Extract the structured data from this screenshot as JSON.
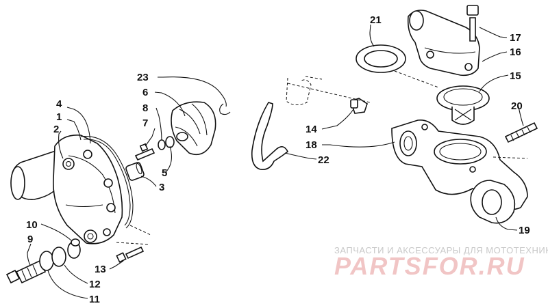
{
  "callouts": [
    {
      "id": "1",
      "label": "1"
    },
    {
      "id": "2",
      "label": "2"
    },
    {
      "id": "3",
      "label": "3"
    },
    {
      "id": "4",
      "label": "4"
    },
    {
      "id": "5",
      "label": "5"
    },
    {
      "id": "6",
      "label": "6"
    },
    {
      "id": "7",
      "label": "7"
    },
    {
      "id": "8",
      "label": "8"
    },
    {
      "id": "9",
      "label": "9"
    },
    {
      "id": "10",
      "label": "10"
    },
    {
      "id": "11",
      "label": "11"
    },
    {
      "id": "12",
      "label": "12"
    },
    {
      "id": "13",
      "label": "13"
    },
    {
      "id": "14",
      "label": "14"
    },
    {
      "id": "15",
      "label": "15"
    },
    {
      "id": "16",
      "label": "16"
    },
    {
      "id": "17",
      "label": "17"
    },
    {
      "id": "18",
      "label": "18"
    },
    {
      "id": "19",
      "label": "19"
    },
    {
      "id": "20",
      "label": "20"
    },
    {
      "id": "21",
      "label": "21"
    },
    {
      "id": "22",
      "label": "22"
    },
    {
      "id": "23",
      "label": "23"
    }
  ],
  "watermark": {
    "subtitle": "ЗАПЧАСТИ И АКСЕССУАРЫ ДЛЯ МОТОТЕХНИКИ",
    "brand": "PARTSFOR.RU",
    "color": "#e8a0a0"
  }
}
